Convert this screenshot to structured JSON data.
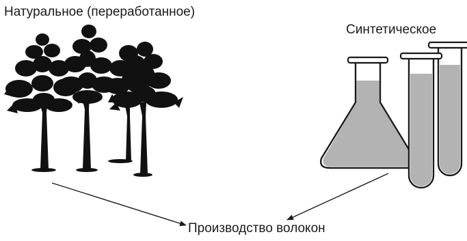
{
  "labels": {
    "natural": "Натуральное (переработанное)",
    "synthetic": "Синтетическое",
    "output": "Производство волокон"
  },
  "icons": {
    "left_group": "tree-icon",
    "right_group": "lab-glassware-icon",
    "connector": "arrow-icon"
  },
  "colors": {
    "ink": "#1a1a1a",
    "liquid": "#b3b3b3",
    "glass": "#ffffff"
  }
}
